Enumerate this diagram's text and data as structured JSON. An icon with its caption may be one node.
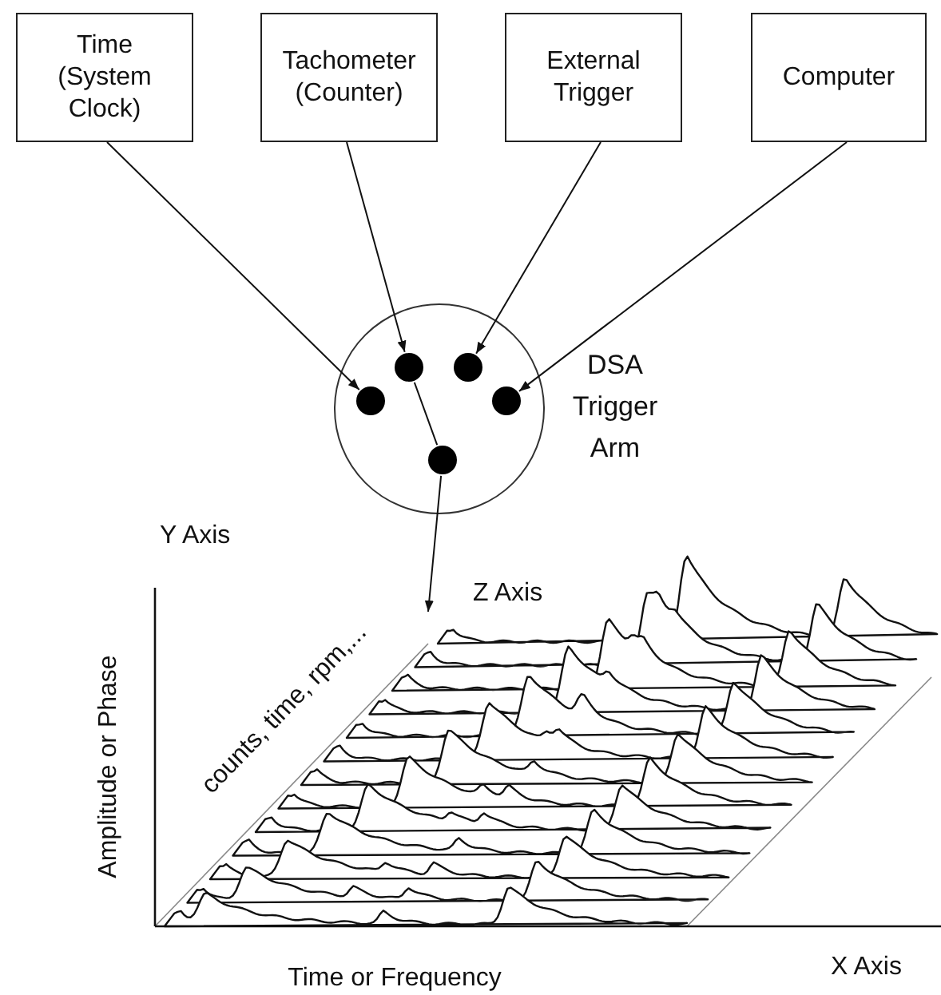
{
  "diagram": {
    "nodes": [
      {
        "text": [
          "Time (System Clock)"
        ]
      },
      {
        "text": [
          "Tachometer (Counter)"
        ]
      },
      {
        "text": [
          "External Trigger"
        ]
      },
      {
        "text": [
          "Computer"
        ]
      },
      {
        "text": [],
        "shape": "circle",
        "beside": [
          "DSA Trigger Arm"
        ]
      },
      {
        "text": [],
        "shape": "circle",
        "in": 4
      },
      {
        "text": [],
        "shape": "circle",
        "in": 4
      },
      {
        "text": [],
        "shape": "circle",
        "in": 4
      },
      {
        "text": [],
        "shape": "circle",
        "in": 4
      },
      {
        "text": [],
        "shape": "circle",
        "in": 4
      }
    ],
    "edges": [
      {
        "from": 0,
        "to": 5,
        "arrow": "to"
      },
      {
        "from": 1,
        "to": 6,
        "arrow": "to"
      },
      {
        "from": 2,
        "to": 7,
        "arrow": "to"
      },
      {
        "from": 3,
        "to": 8,
        "arrow": "to"
      },
      {
        "from": 6,
        "to": 9,
        "arrow": "none"
      },
      {
        "from": 9,
        "to": null,
        "arrow": "to"
      }
    ],
    "labels": [
      "Y Axis",
      "Z Axis",
      "counts, time, rpm,...",
      "Amplitude or Phase",
      "Time or Frequency",
      "X Axis"
    ]
  }
}
